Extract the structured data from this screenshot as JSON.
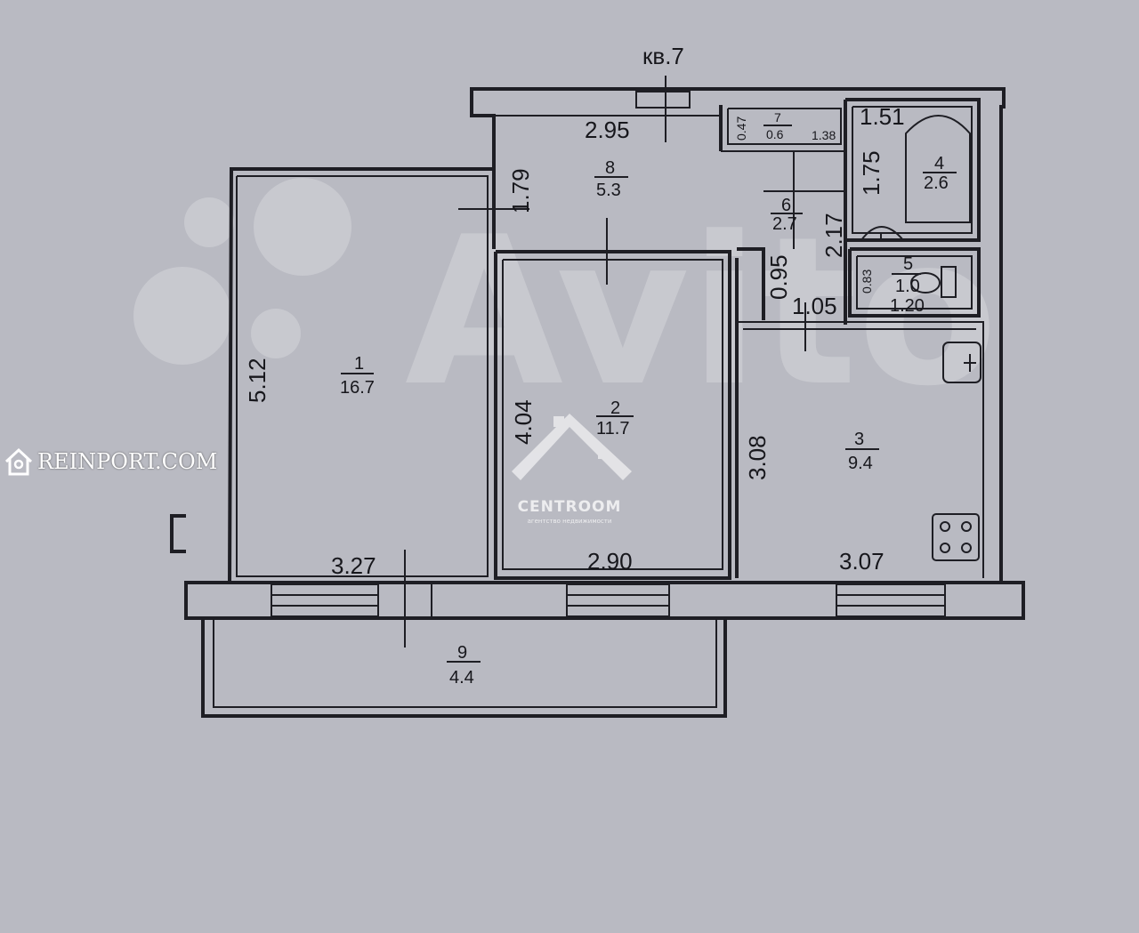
{
  "header": {
    "apartment": "кв.7"
  },
  "watermarks": {
    "avito": "Avito",
    "reinport": "REINPORT.COM",
    "centroom_name": "CENTROOM",
    "centroom_sub": "агентство недвижимости"
  },
  "rooms": {
    "r1": {
      "num": "1",
      "area": "16.7"
    },
    "r2": {
      "num": "2",
      "area": "11.7"
    },
    "r3": {
      "num": "3",
      "area": "9.4"
    },
    "r4": {
      "num": "4",
      "area": "2.6"
    },
    "r5": {
      "num": "5",
      "area": "1.0"
    },
    "r6": {
      "num": "6",
      "area": "2.7"
    },
    "r7": {
      "num": "7",
      "area": "0.6"
    },
    "r8": {
      "num": "8",
      "area": "5.3"
    },
    "r9": {
      "num": "9",
      "area": "4.4"
    }
  },
  "dimensions": {
    "d295": "2.95",
    "d151": "1.51",
    "d047": "0.47",
    "d138": "1.38",
    "d179": "1.79",
    "d175": "1.75",
    "d217": "2.17",
    "d095": "0.95",
    "d083": "0.83",
    "d105": "1.05",
    "d120": "1.20",
    "d512": "5.12",
    "d404": "4.04",
    "d308": "3.08",
    "d327": "3.27",
    "d290": "2.90",
    "d307": "3.07"
  }
}
